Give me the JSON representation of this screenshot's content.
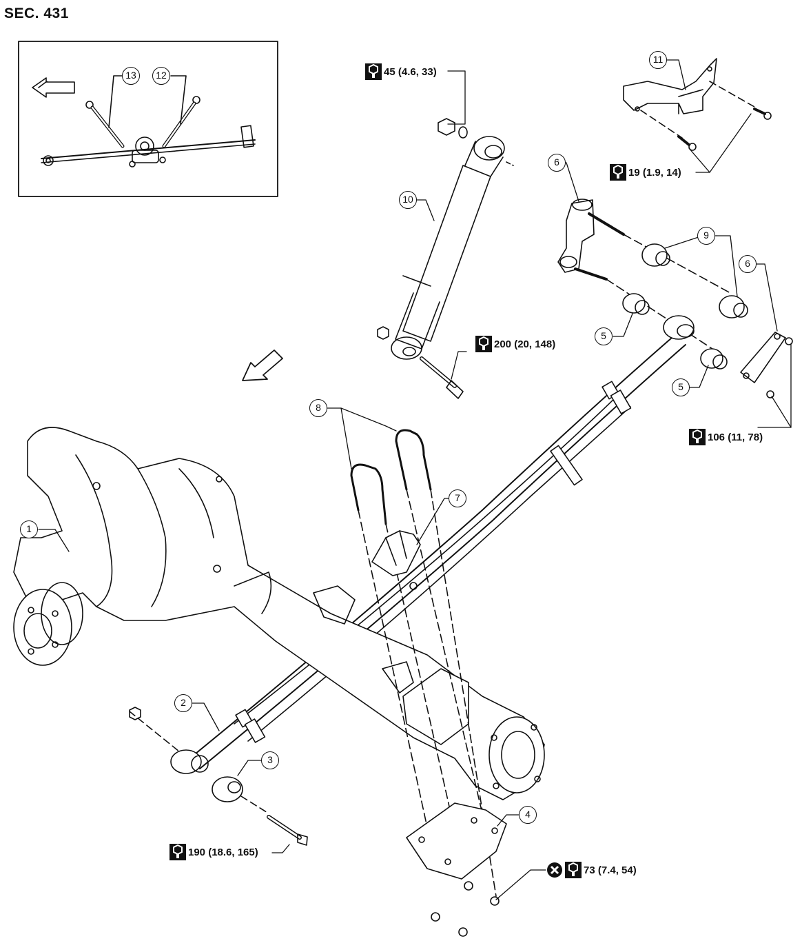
{
  "section": "SEC. 431",
  "callouts": [
    "1",
    "2",
    "3",
    "4",
    "5",
    "5",
    "6",
    "6",
    "7",
    "8",
    "9",
    "10",
    "11",
    "12",
    "13"
  ],
  "torques": {
    "shock_upper": "45 (4.6, 33)",
    "bracket_bolt": "19 (1.9, 14)",
    "shock_lower": "200 (20, 148)",
    "shackle_nut": "106 (11, 78)",
    "spring_front_bolt": "190 (18.6, 165)",
    "u_bolt_nut": "73 (7.4, 54)"
  },
  "icons": {
    "torque": "torque-wrench-icon",
    "no_reuse": "do-not-reuse-icon",
    "front_arrow": "vehicle-front-arrow-icon"
  }
}
